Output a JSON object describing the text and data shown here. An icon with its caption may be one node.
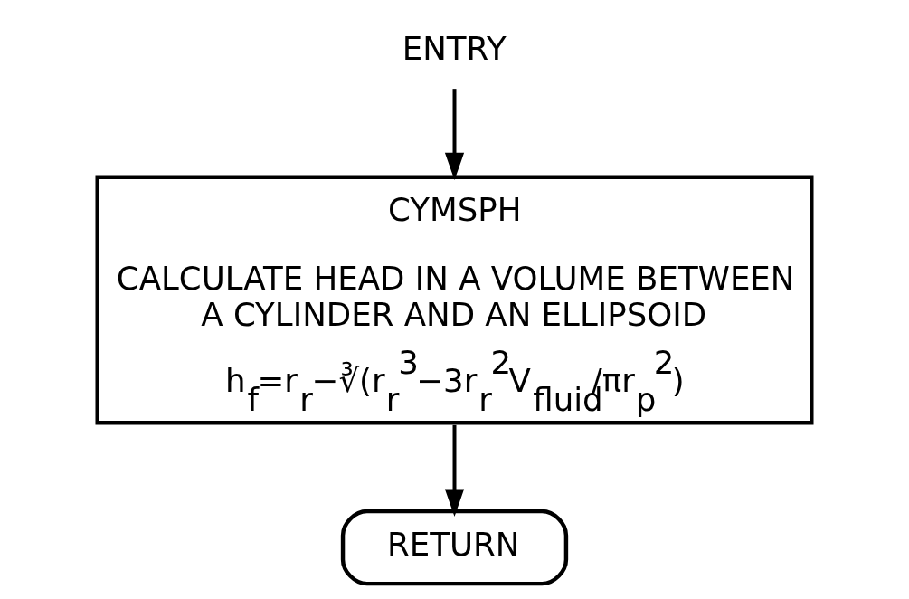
{
  "diagram": {
    "nodes": [
      {
        "text": [
          "ENTRY"
        ]
      },
      {
        "text": [
          "CYMSPH",
          "CALCULATE HEAD IN A VOLUME BETWEEN A CYLINDER AND AN ELLIPSOID",
          "h$_{f}$=r$_{r}$−∛(r$_{r}$$^{3}$−3r$_{r}$$^{2}$V$_{fluid}$/πr$_{p}$$^{2}$)"
        ]
      },
      {
        "text": [
          "RETURN"
        ]
      }
    ],
    "edges": [
      {
        "from": 0,
        "to": 1,
        "arrow": "to"
      },
      {
        "from": 1,
        "to": 2,
        "arrow": "to"
      }
    ]
  }
}
